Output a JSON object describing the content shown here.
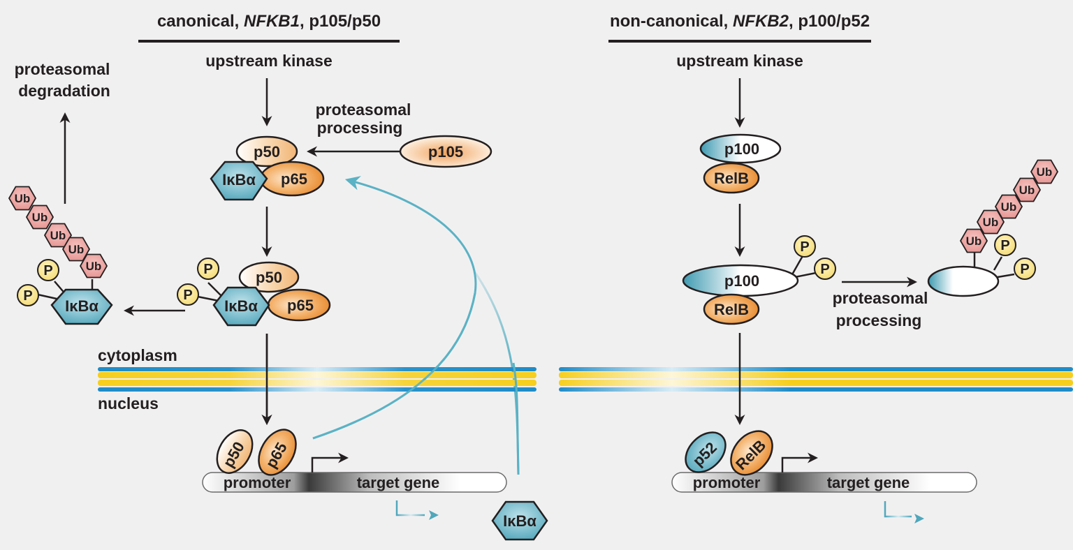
{
  "canonical": {
    "title_prefix": "canonical, ",
    "title_gene": "NFKB1",
    "title_suffix": ", p105/p50",
    "upstream": "upstream kinase",
    "processing_line1": "proteasomal",
    "processing_line2": "processing",
    "degradation_line1": "proteasomal",
    "degradation_line2": "degradation",
    "precursor": "p105",
    "complex1": {
      "p50": "p50",
      "p65": "p65",
      "inhibitor": "IκBα"
    },
    "complex2": {
      "p50": "p50",
      "p65": "p65",
      "inhibitor": "IκBα",
      "phospho": [
        "P",
        "P"
      ]
    },
    "degraded": {
      "inhibitor": "IκBα",
      "phospho": [
        "P",
        "P"
      ],
      "ubiquitin": [
        "Ub",
        "Ub",
        "Ub",
        "Ub",
        "Ub"
      ]
    },
    "nuclear_dimer": {
      "p50": "p50",
      "p65": "p65"
    },
    "promoter": "promoter",
    "target_gene": "target gene",
    "product": "IκBα"
  },
  "noncanonical": {
    "title_prefix": "non-canonical, ",
    "title_gene": "NFKB2",
    "title_suffix": ", p100/p52",
    "upstream": "upstream kinase",
    "processing_line1": "proteasomal",
    "processing_line2": "processing",
    "complex1": {
      "p100": "p100",
      "relb": "RelB"
    },
    "complex2": {
      "p100": "p100",
      "relb": "RelB",
      "phospho": [
        "P",
        "P"
      ]
    },
    "processed": {
      "phospho": [
        "P",
        "P"
      ],
      "ubiquitin": [
        "Ub",
        "Ub",
        "Ub",
        "Ub",
        "Ub"
      ]
    },
    "nuclear_dimer": {
      "p52": "p52",
      "relb": "RelB"
    },
    "promoter": "promoter",
    "target_gene": "target gene"
  },
  "compartments": {
    "cytoplasm": "cytoplasm",
    "nucleus": "nucleus"
  },
  "colors": {
    "background": "#f1f0f1",
    "ikba_teal": "#4fa7bb",
    "orange": "#e98a2c",
    "ubiquitin_pink": "#e99a98",
    "phospho_yellow": "#f7e27a",
    "membrane_blue": "#1f8cc7",
    "membrane_yellow": "#f6cf1e",
    "feedback_arrow": "#5ab2c4"
  }
}
